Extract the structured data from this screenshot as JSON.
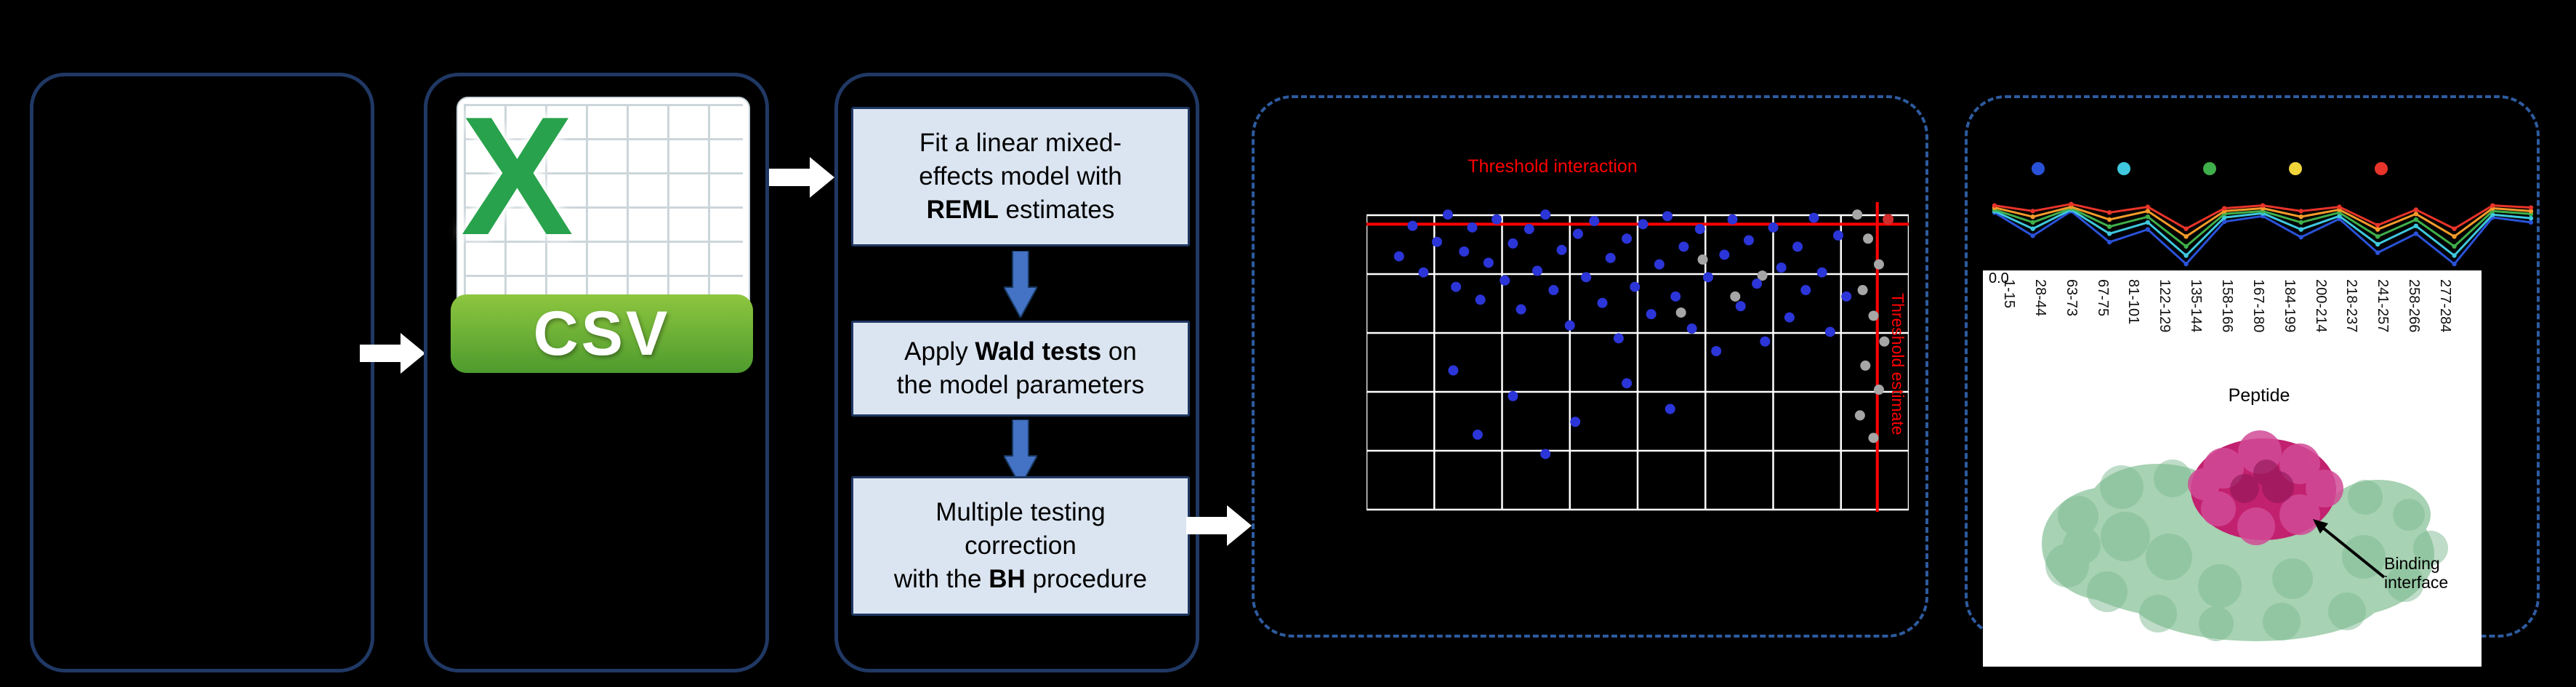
{
  "panels": {
    "input": {},
    "csv": {
      "letter": "X",
      "banner_label": "CSV",
      "letter_color": "#28a24c",
      "banner_top": "#8dc63f",
      "banner_bottom": "#4e9b2e"
    },
    "stats": {
      "box_fill": "#dbe5f1",
      "box_border": "#1f3864",
      "steps": [
        {
          "segments": [
            {
              "t": "Fit a linear mixed-"
            },
            {
              "br": true
            },
            {
              "t": "effects model with"
            },
            {
              "br": true
            },
            {
              "t": "REML",
              "b": true
            },
            {
              "t": " estimates"
            }
          ]
        },
        {
          "segments": [
            {
              "t": "Apply "
            },
            {
              "t": "Wald tests",
              "b": true
            },
            {
              "t": " on"
            },
            {
              "br": true
            },
            {
              "t": "the model parameters"
            }
          ]
        },
        {
          "segments": [
            {
              "t": "Multiple testing"
            },
            {
              "br": true
            },
            {
              "t": "correction"
            },
            {
              "br": true
            },
            {
              "t": "with the "
            },
            {
              "t": "BH",
              "b": true
            },
            {
              "t": " procedure"
            }
          ]
        }
      ]
    },
    "scatter": {
      "type": "scatter",
      "title": "Threshold interaction",
      "side_label": "Threshold estimate",
      "title_color": "#ff0000",
      "grid_color": "#ffffff",
      "threshold_color": "#ff0000",
      "threshold_h_frac": 0.105,
      "threshold_v_frac": 0.942,
      "grid_cols": 8,
      "grid_rows": 5,
      "point_colors": {
        "significant": "#2b35d8",
        "filtered": "#a6a6a6",
        "highlight": "#d02c2c"
      },
      "points_blue": [
        [
          0.06,
          0.205
        ],
        [
          0.085,
          0.11
        ],
        [
          0.105,
          0.255
        ],
        [
          0.13,
          0.16
        ],
        [
          0.15,
          0.075
        ],
        [
          0.165,
          0.3
        ],
        [
          0.18,
          0.19
        ],
        [
          0.195,
          0.115
        ],
        [
          0.21,
          0.34
        ],
        [
          0.225,
          0.225
        ],
        [
          0.24,
          0.09
        ],
        [
          0.255,
          0.28
        ],
        [
          0.27,
          0.165
        ],
        [
          0.285,
          0.37
        ],
        [
          0.3,
          0.12
        ],
        [
          0.315,
          0.25
        ],
        [
          0.33,
          0.075
        ],
        [
          0.345,
          0.31
        ],
        [
          0.36,
          0.185
        ],
        [
          0.375,
          0.42
        ],
        [
          0.39,
          0.135
        ],
        [
          0.405,
          0.27
        ],
        [
          0.42,
          0.095
        ],
        [
          0.435,
          0.35
        ],
        [
          0.45,
          0.21
        ],
        [
          0.465,
          0.46
        ],
        [
          0.48,
          0.15
        ],
        [
          0.495,
          0.3
        ],
        [
          0.51,
          0.105
        ],
        [
          0.525,
          0.385
        ],
        [
          0.54,
          0.23
        ],
        [
          0.555,
          0.08
        ],
        [
          0.57,
          0.33
        ],
        [
          0.585,
          0.175
        ],
        [
          0.6,
          0.43
        ],
        [
          0.615,
          0.12
        ],
        [
          0.63,
          0.27
        ],
        [
          0.645,
          0.5
        ],
        [
          0.66,
          0.2
        ],
        [
          0.675,
          0.09
        ],
        [
          0.69,
          0.36
        ],
        [
          0.705,
          0.155
        ],
        [
          0.72,
          0.29
        ],
        [
          0.735,
          0.47
        ],
        [
          0.75,
          0.115
        ],
        [
          0.765,
          0.24
        ],
        [
          0.78,
          0.395
        ],
        [
          0.795,
          0.175
        ],
        [
          0.81,
          0.31
        ],
        [
          0.825,
          0.085
        ],
        [
          0.84,
          0.255
        ],
        [
          0.855,
          0.44
        ],
        [
          0.87,
          0.14
        ],
        [
          0.885,
          0.33
        ],
        [
          0.16,
          0.56
        ],
        [
          0.27,
          0.64
        ],
        [
          0.385,
          0.72
        ],
        [
          0.48,
          0.6
        ],
        [
          0.33,
          0.82
        ],
        [
          0.56,
          0.68
        ],
        [
          0.205,
          0.76
        ]
      ],
      "points_gray": [
        [
          0.905,
          0.075
        ],
        [
          0.925,
          0.15
        ],
        [
          0.945,
          0.23
        ],
        [
          0.915,
          0.31
        ],
        [
          0.935,
          0.39
        ],
        [
          0.955,
          0.47
        ],
        [
          0.92,
          0.545
        ],
        [
          0.945,
          0.62
        ],
        [
          0.91,
          0.7
        ],
        [
          0.935,
          0.77
        ],
        [
          0.62,
          0.215
        ],
        [
          0.68,
          0.33
        ],
        [
          0.73,
          0.265
        ],
        [
          0.58,
          0.38
        ]
      ],
      "points_red": [
        [
          0.962,
          0.09
        ]
      ]
    },
    "peptide": {
      "type": "line",
      "legend_dot_colors": [
        "#2a52d8",
        "#3fc8de",
        "#3faf4b",
        "#f0d43a",
        "#e8342a"
      ],
      "categories": [
        "1-15",
        "28-44",
        "63-73",
        "67-75",
        "81-101",
        "122-129",
        "135-144",
        "158-166",
        "167-180",
        "184-199",
        "200-214",
        "218-237",
        "241-257",
        "258-266",
        "277-284"
      ],
      "series": [
        {
          "name": "blue",
          "color": "#2a52d8",
          "values": [
            0.78,
            0.45,
            0.8,
            0.36,
            0.54,
            0.05,
            0.65,
            0.73,
            0.43,
            0.69,
            0.21,
            0.48,
            0.05,
            0.71,
            0.64
          ]
        },
        {
          "name": "cyan",
          "color": "#3fc8de",
          "values": [
            0.8,
            0.55,
            0.82,
            0.48,
            0.64,
            0.17,
            0.71,
            0.77,
            0.54,
            0.73,
            0.33,
            0.59,
            0.17,
            0.75,
            0.7
          ]
        },
        {
          "name": "green",
          "color": "#3faf4b",
          "values": [
            0.82,
            0.64,
            0.84,
            0.58,
            0.72,
            0.3,
            0.76,
            0.8,
            0.64,
            0.78,
            0.44,
            0.68,
            0.3,
            0.8,
            0.76
          ]
        },
        {
          "name": "orange",
          "color": "#f59b2a",
          "values": [
            0.85,
            0.72,
            0.86,
            0.68,
            0.8,
            0.44,
            0.8,
            0.84,
            0.72,
            0.82,
            0.54,
            0.76,
            0.44,
            0.84,
            0.8
          ]
        },
        {
          "name": "red",
          "color": "#e8342a",
          "values": [
            0.88,
            0.8,
            0.9,
            0.78,
            0.86,
            0.55,
            0.84,
            0.88,
            0.8,
            0.86,
            0.6,
            0.82,
            0.55,
            0.88,
            0.85
          ]
        }
      ],
      "y_tick_label": "0.0",
      "x_axis_label": "Peptide",
      "annotation": "Binding interface",
      "protein_body_color": "#a7d2b3",
      "protein_texture_color": "#7fbb93",
      "binding_site_color": "#c2216f",
      "binding_site_texture": "#d24b96",
      "binding_site_shade": "#8f1659"
    }
  },
  "flow": {
    "right_arrow_fill": "#ffffff",
    "down_arrow_fill": "#4472c4",
    "down_arrow_stroke": "#17365d",
    "box_border": "#203864",
    "dashed_border": "#2e5b9f"
  }
}
